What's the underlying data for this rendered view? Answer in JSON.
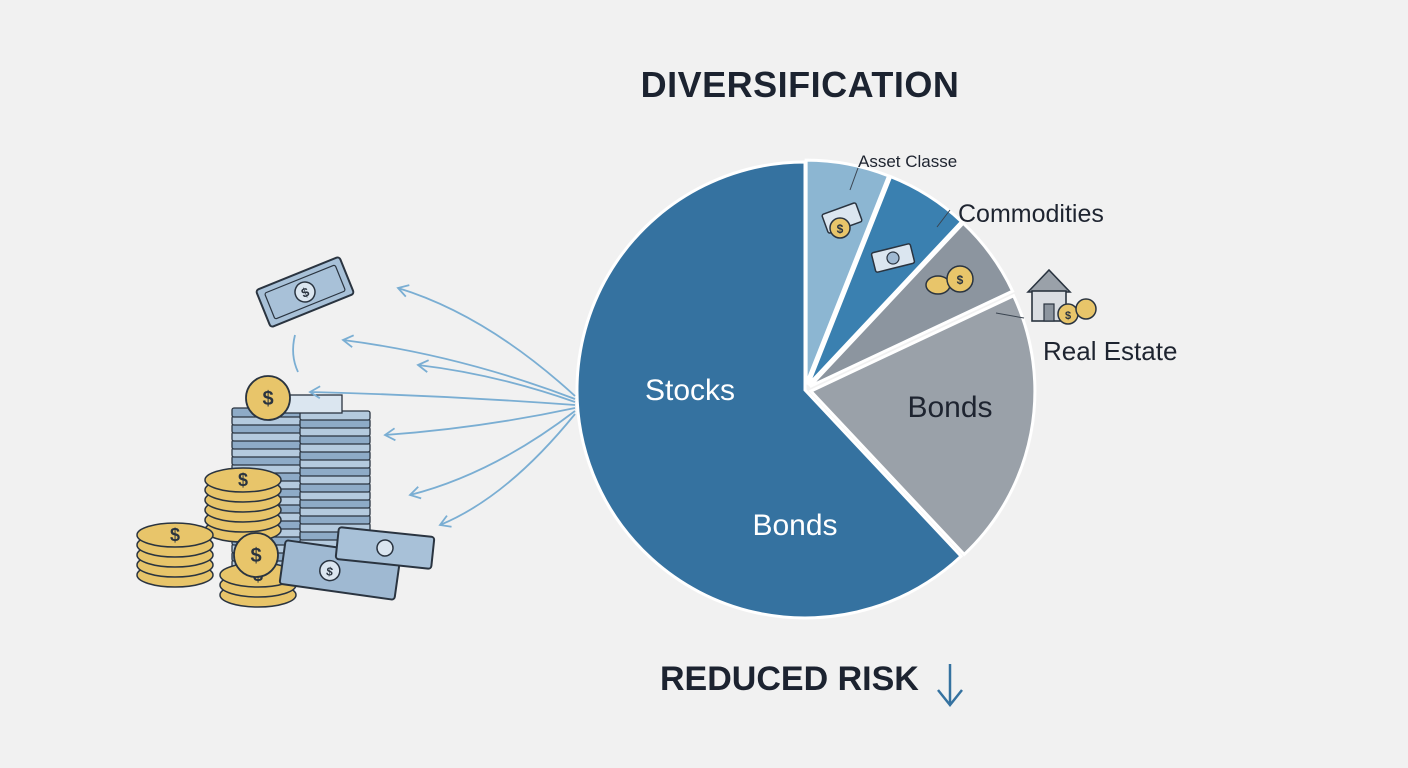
{
  "chart_data": {
    "type": "pie",
    "title": "DIVERSIFICATION",
    "footer": "REDUCED RISK",
    "slices": [
      {
        "label": "Stocks",
        "extra_label": "Bonds",
        "value": 62,
        "color": "#3572a0"
      },
      {
        "label": "Bonds",
        "value": 20,
        "color": "#9aa1a9"
      },
      {
        "label": "Real Estate",
        "value": 6,
        "color": "#8c959f"
      },
      {
        "label": "Commodities",
        "value": 6,
        "color": "#3a80b0"
      },
      {
        "label": "Asset Classe",
        "value": 6,
        "color": "#8cb6d2"
      }
    ]
  },
  "colors": {
    "background": "#f1f1f1",
    "arrow": "#7aaed3",
    "coin": "#e8c56a",
    "bill": "#9fb9d2"
  },
  "icons": [
    "money-bills-icon",
    "coin-stack-icon",
    "house-icon",
    "dollar-coin-icon",
    "down-arrow-icon"
  ]
}
